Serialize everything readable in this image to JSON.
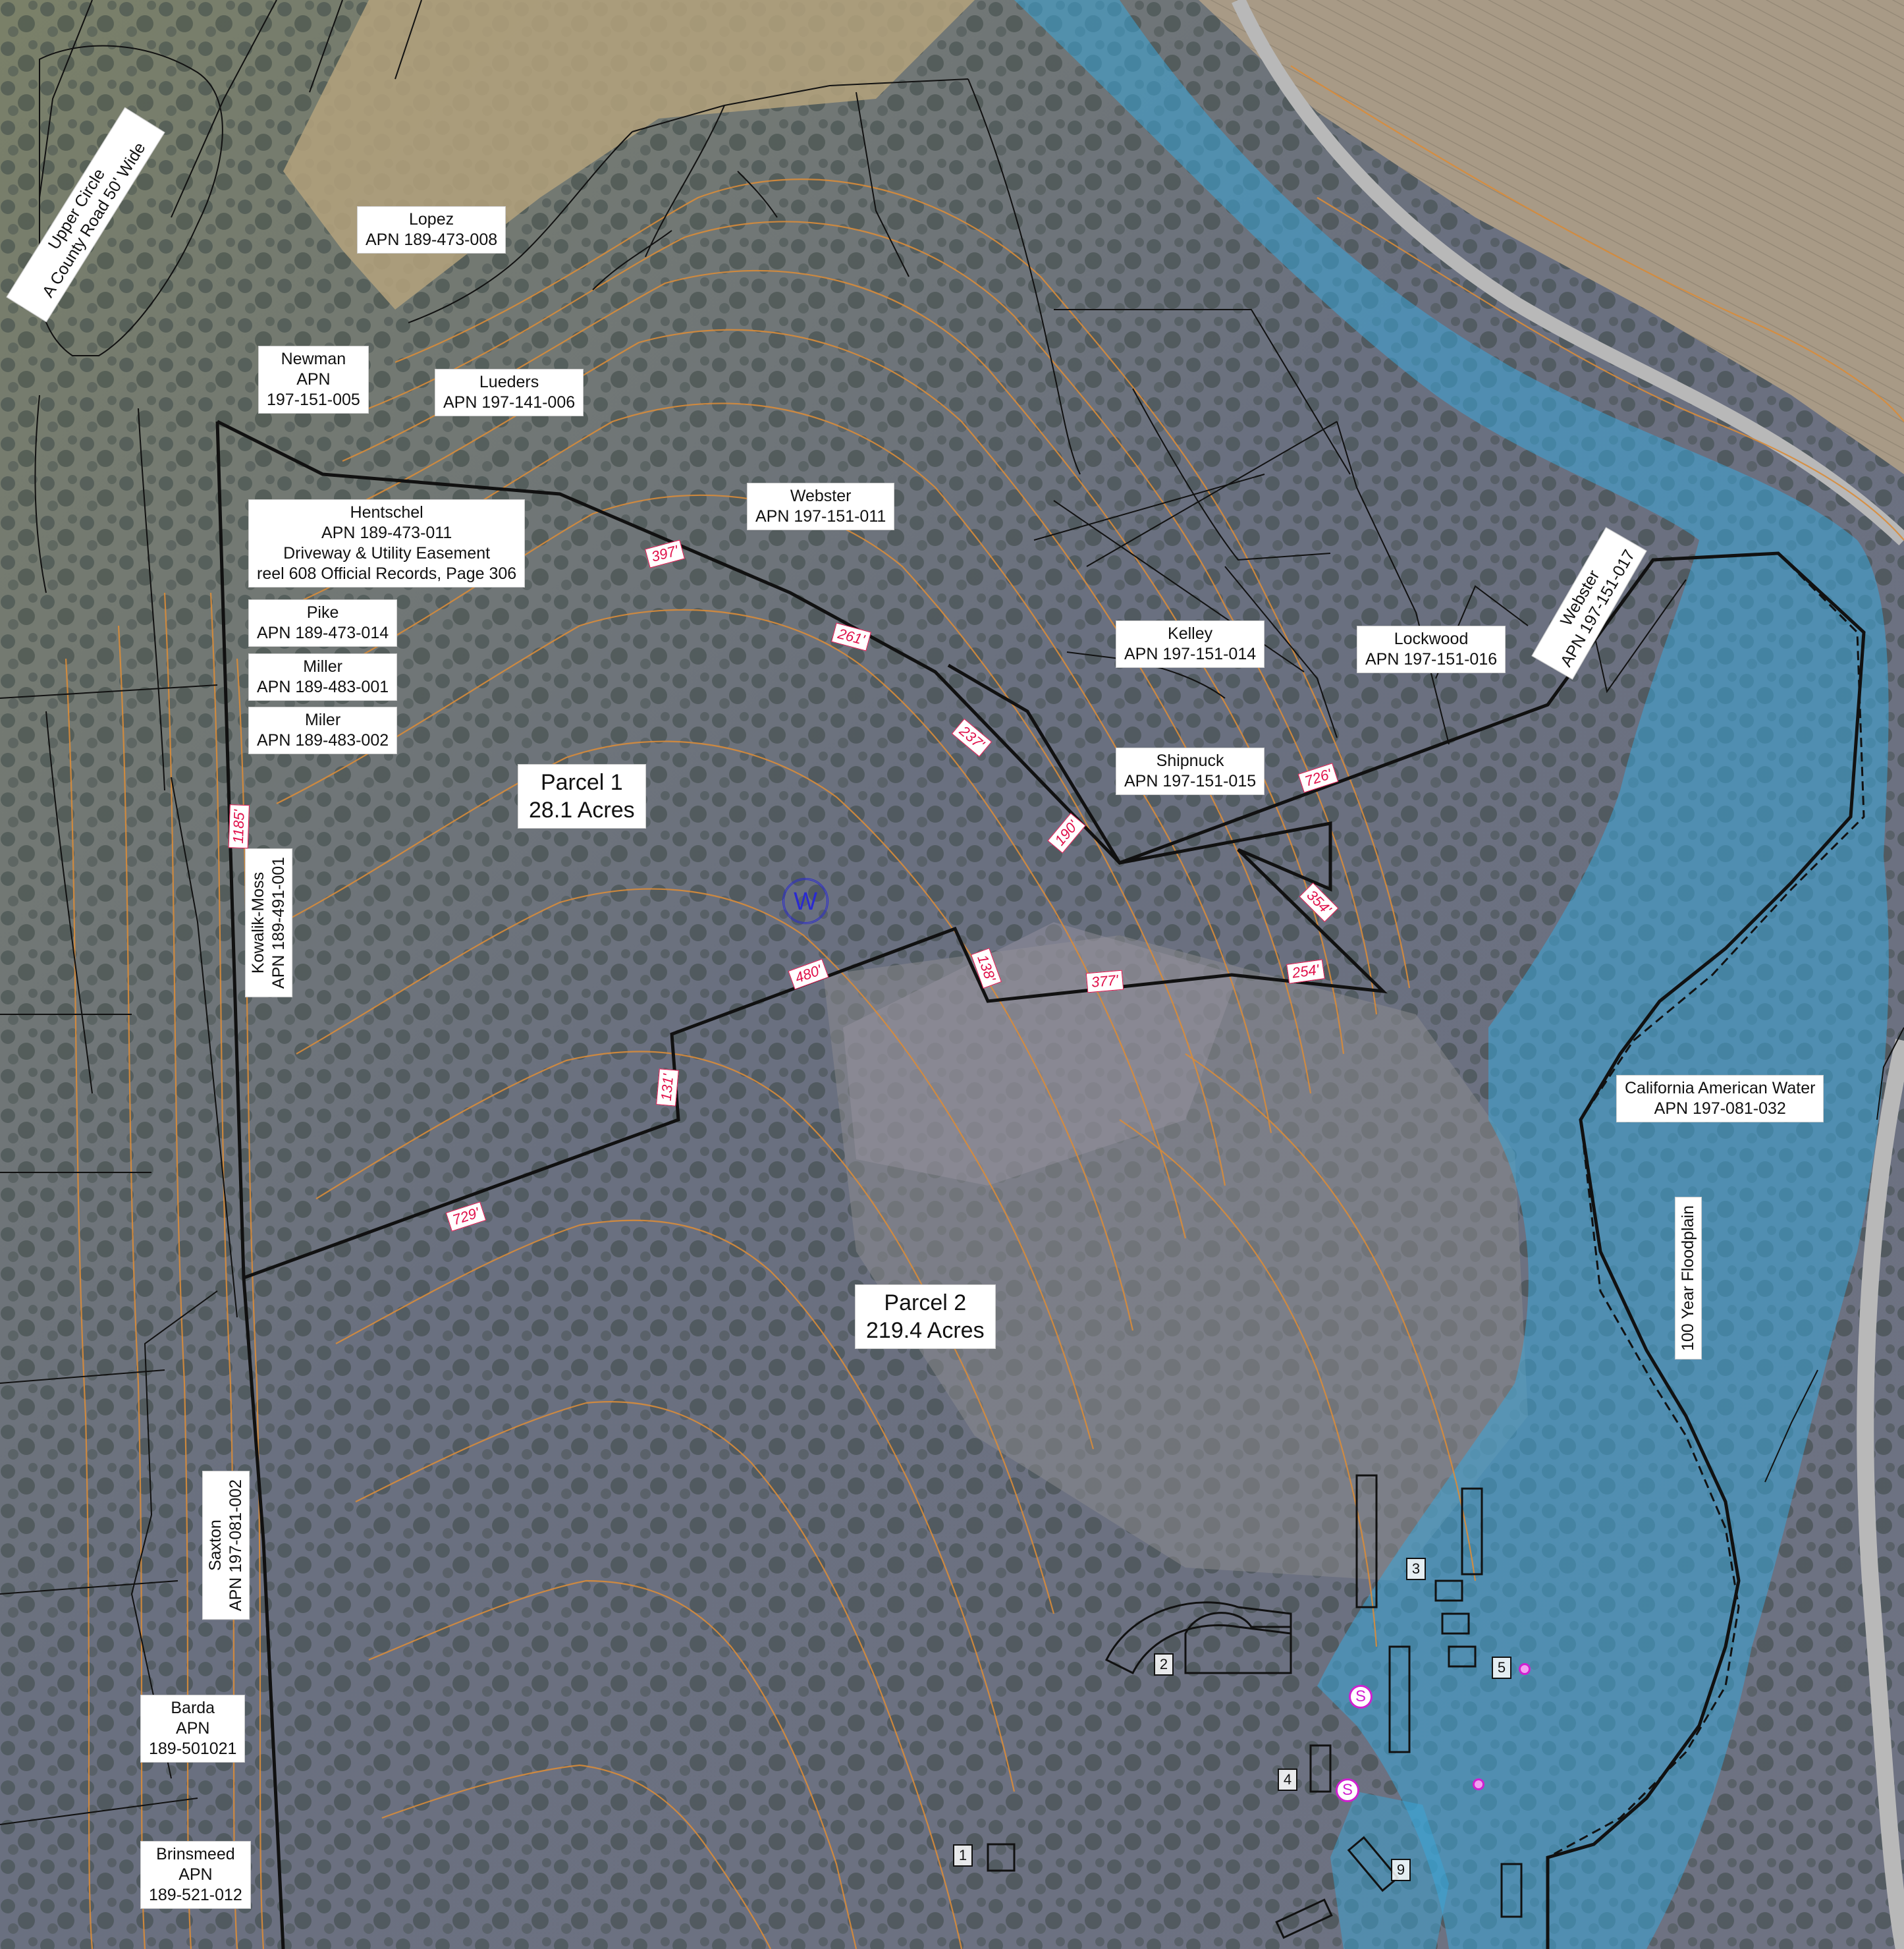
{
  "colors": {
    "aerial_base": "#6a7280",
    "floodplain": "#3aa6d8",
    "boundary": "#111111",
    "contour": "#d98c3a",
    "dimension": "#e0104a",
    "well": "#2a2ad0",
    "septic": "#d020d0"
  },
  "road": {
    "line1": "Upper Circle",
    "line2": "A County Road 50' Wide"
  },
  "parcels": {
    "parcel1": {
      "line1": "Parcel 1",
      "line2": "28.1 Acres"
    },
    "parcel2": {
      "line1": "Parcel 2",
      "line2": "219.4 Acres"
    }
  },
  "owners": {
    "lopez": {
      "name": "Lopez",
      "apn": "APN 189-473-008"
    },
    "newman": {
      "name": "Newman",
      "apn1": "APN",
      "apn2": "197-151-005"
    },
    "lueders": {
      "name": "Lueders",
      "apn": "APN 197-141-006"
    },
    "hentschel": {
      "name": "Hentschel",
      "apn": "APN 189-473-011",
      "note1": "Driveway & Utility Easement",
      "note2": "reel 608 Official Records, Page 306"
    },
    "webster1": {
      "name": "Webster",
      "apn": "APN 197-151-011"
    },
    "pike": {
      "name": "Pike",
      "apn": "APN 189-473-014"
    },
    "miller": {
      "name": "Miller",
      "apn": "APN 189-483-001"
    },
    "miler": {
      "name": "Miler",
      "apn": "APN 189-483-002"
    },
    "kelley": {
      "name": "Kelley",
      "apn": "APN 197-151-014"
    },
    "lockwood": {
      "name": "Lockwood",
      "apn": "APN 197-151-016"
    },
    "webster2": {
      "name": "Webster",
      "apn": "APN 197-151-017"
    },
    "shipnuck": {
      "name": "Shipnuck",
      "apn": "APN 197-151-015"
    },
    "kowalik": {
      "name": "Kowalik-Moss",
      "apn": "APN 189-491-001"
    },
    "calam": {
      "name": "California American Water",
      "apn": "APN 197-081-032"
    },
    "saxton": {
      "name": "Saxton",
      "apn": "APN 197-081-002"
    },
    "barda": {
      "name": "Barda",
      "apn1": "APN",
      "apn2": "189-501021"
    },
    "brinsmeed": {
      "name": "Brinsmeed",
      "apn1": "APN",
      "apn2": "189-521-012"
    }
  },
  "floodplain": {
    "label": "100 Year Floodplain"
  },
  "dimensions": {
    "d397": "397'",
    "d261": "261'",
    "d237": "237'",
    "d190": "190'",
    "d726": "726'",
    "d354": "354'",
    "d254": "254'",
    "d377": "377'",
    "d138": "138'",
    "d480": "480'",
    "d131": "131'",
    "d729": "729'",
    "d1185": "1185'"
  },
  "buildings": {
    "b1": "1",
    "b2": "2",
    "b3": "3",
    "b4": "4",
    "b5": "5",
    "b9": "9"
  },
  "symbols": {
    "well": "W",
    "septic": "S"
  }
}
